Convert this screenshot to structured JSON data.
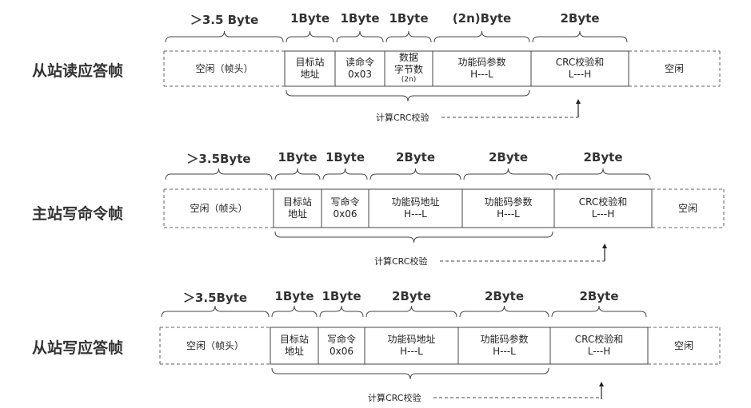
{
  "frames": [
    {
      "title": "从站读应答帧",
      "sizes": [
        "＞3.5 Byte",
        "1Byte",
        "1Byte",
        "1Byte",
        "(2n)Byte",
        "2Byte"
      ],
      "cells": [
        {
          "lines": [
            "空闲（帧头）"
          ]
        },
        {
          "lines": [
            "目标站",
            "地址"
          ]
        },
        {
          "lines": [
            "读命令",
            "0x03"
          ]
        },
        {
          "lines": [
            "数据",
            "字节数",
            "(2n)"
          ]
        },
        {
          "lines": [
            "功能码参数",
            "H---L"
          ]
        },
        {
          "lines": [
            "CRC校验和",
            "L---H"
          ]
        },
        {
          "lines": [
            "空闲"
          ]
        }
      ],
      "calc_label": "计算CRC校验"
    },
    {
      "title": "主站写命令帧",
      "sizes": [
        "＞3.5Byte",
        "1Byte",
        "1Byte",
        "2Byte",
        "2Byte",
        "2Byte"
      ],
      "cells": [
        {
          "lines": [
            "空闲（帧头）"
          ]
        },
        {
          "lines": [
            "目标站",
            "地址"
          ]
        },
        {
          "lines": [
            "写命令",
            "0x06"
          ]
        },
        {
          "lines": [
            "功能码地址",
            "H---L"
          ]
        },
        {
          "lines": [
            "功能码参数",
            "H---L"
          ]
        },
        {
          "lines": [
            "CRC校验和",
            "L---H"
          ]
        },
        {
          "lines": [
            "空闲"
          ]
        }
      ],
      "calc_label": "计算CRC校验"
    },
    {
      "title": "从站写应答帧",
      "sizes": [
        "＞3.5Byte",
        "1Byte",
        "1Byte",
        "2Byte",
        "2Byte",
        "2Byte"
      ],
      "cells": [
        {
          "lines": [
            "空闲（帧头）"
          ]
        },
        {
          "lines": [
            "目标站",
            "地址"
          ]
        },
        {
          "lines": [
            "写命令",
            "0x06"
          ]
        },
        {
          "lines": [
            "功能码地址",
            "H---L"
          ]
        },
        {
          "lines": [
            "功能码参数",
            "H---L"
          ]
        },
        {
          "lines": [
            "CRC校验和",
            "L---H"
          ]
        },
        {
          "lines": [
            "空闲"
          ]
        }
      ],
      "calc_label": "计算CRC校验"
    }
  ]
}
